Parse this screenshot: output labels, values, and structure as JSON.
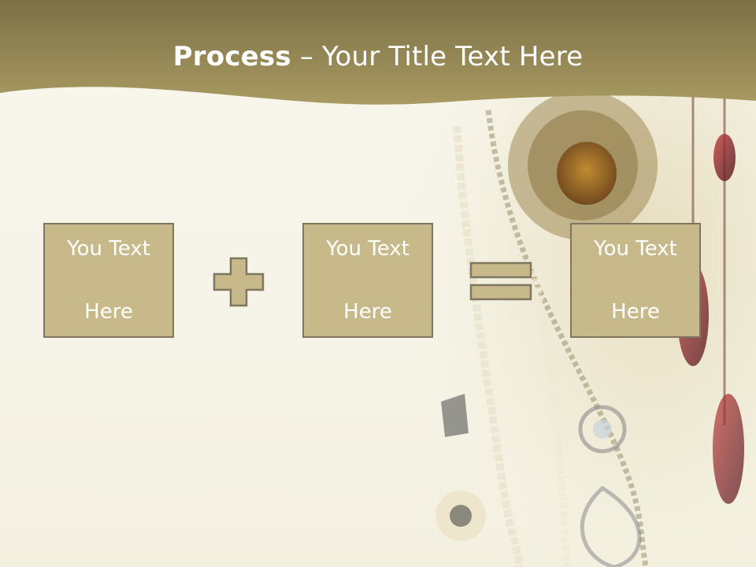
{
  "title": {
    "bold": "Process",
    "dash": " – ",
    "rest": "Your Title Text Here"
  },
  "process": {
    "boxes": [
      {
        "line1": "You Text",
        "line2": "Here"
      },
      {
        "line1": "You Text",
        "line2": "Here"
      },
      {
        "line1": "You Text",
        "line2": "Here"
      }
    ],
    "operators": [
      "plus",
      "equals"
    ]
  },
  "colors": {
    "header_band": "#8f8354",
    "box_fill": "#c8b98a",
    "box_border": "#7f7660",
    "background": "#f7f5ea"
  }
}
